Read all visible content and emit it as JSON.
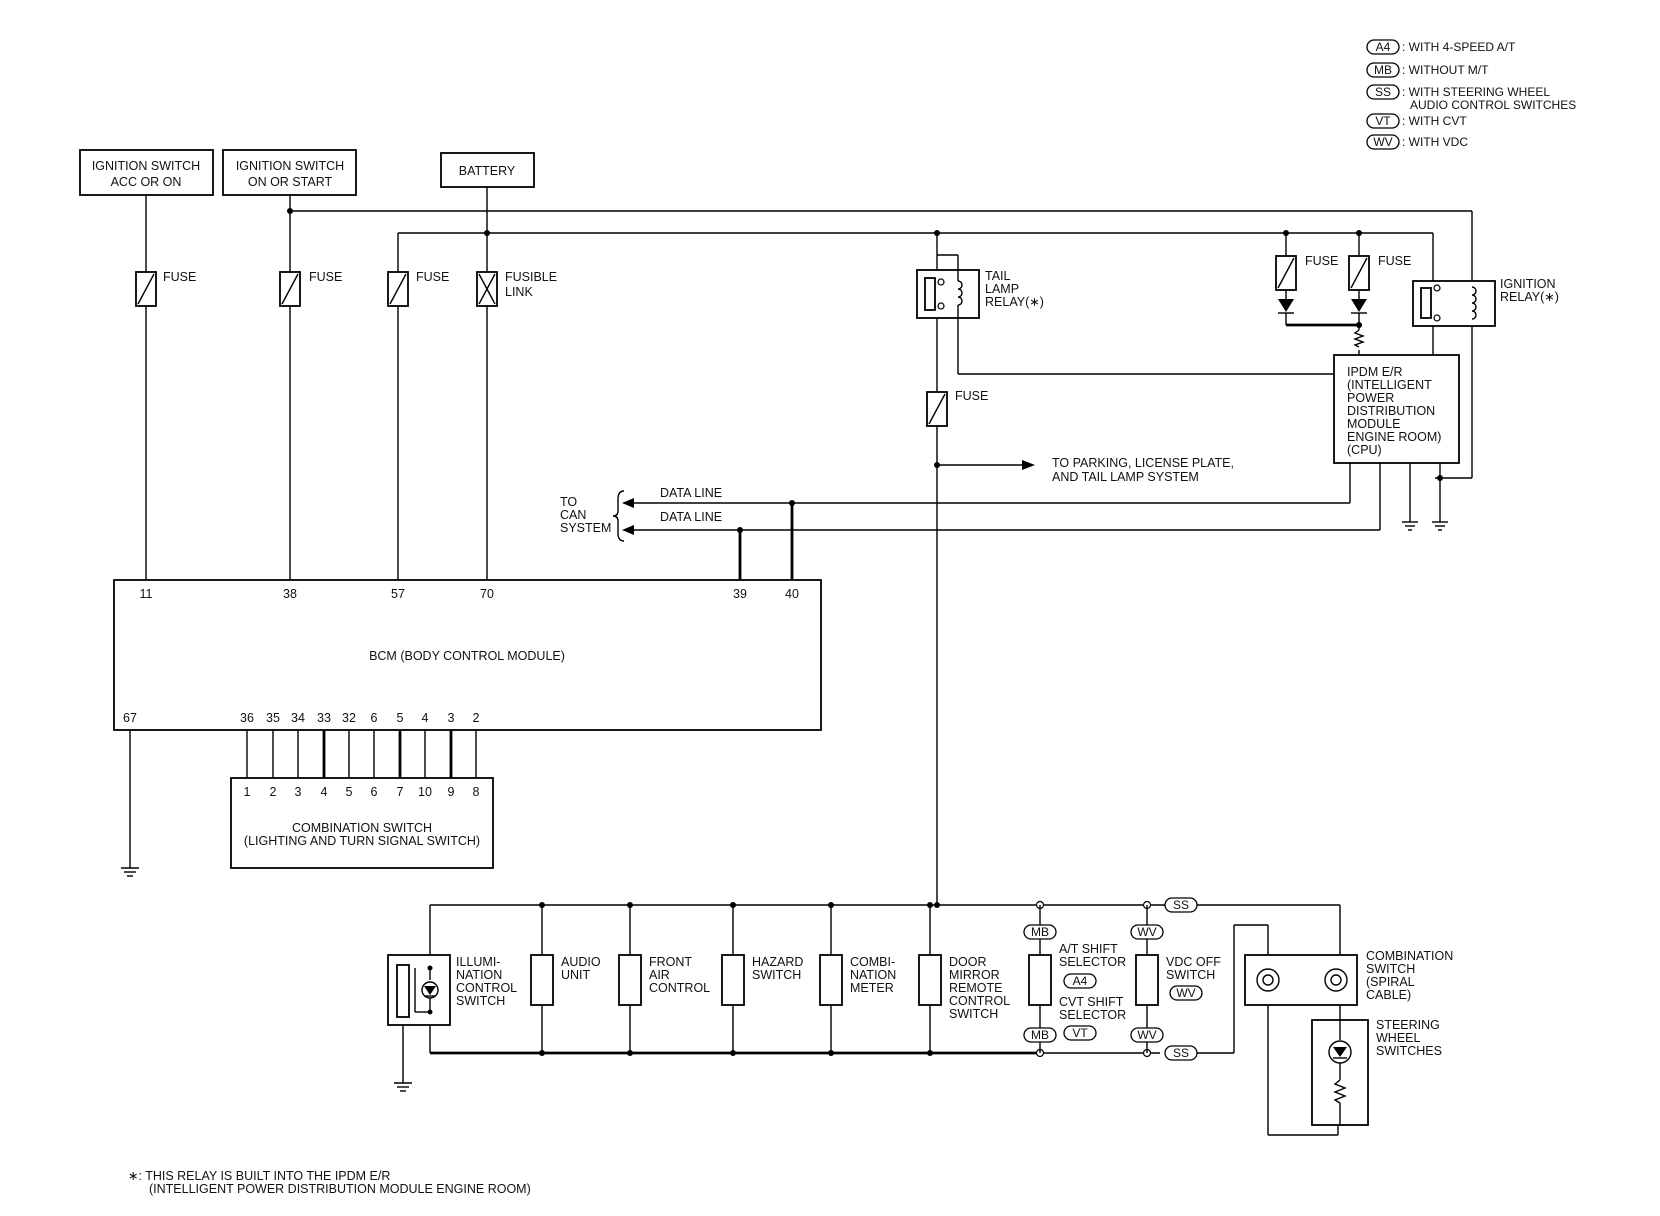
{
  "legend": {
    "items": [
      {
        "code": "A4",
        "text": ": WITH 4-SPEED A/T"
      },
      {
        "code": "MB",
        "text": ": WITHOUT M/T"
      },
      {
        "code": "SS",
        "text": ": WITH STEERING WHEEL"
      },
      {
        "code": "",
        "text": "AUDIO CONTROL SWITCHES"
      },
      {
        "code": "VT",
        "text": ": WITH CVT"
      },
      {
        "code": "WV",
        "text": ": WITH VDC"
      }
    ]
  },
  "sources": {
    "ign_acc": [
      "IGNITION SWITCH",
      "ACC OR ON"
    ],
    "ign_on": [
      "IGNITION SWITCH",
      "ON OR START"
    ],
    "battery": "BATTERY"
  },
  "fuses": {
    "fuse": "FUSE",
    "fusible_link": [
      "FUSIBLE",
      "LINK"
    ]
  },
  "relays": {
    "tail": [
      "TAIL",
      "LAMP",
      "RELAY(∗)"
    ],
    "ignition": [
      "IGNITION",
      "RELAY(∗)"
    ]
  },
  "ipdm": [
    "IPDM E/R",
    "(INTELLIGENT",
    "POWER",
    "DISTRIBUTION",
    "MODULE",
    "ENGINE ROOM)",
    "(CPU)"
  ],
  "to_parking": [
    "TO PARKING, LICENSE PLATE,",
    "AND TAIL LAMP SYSTEM"
  ],
  "can": {
    "label": [
      "TO",
      "CAN",
      "SYSTEM"
    ],
    "data_line_1": "DATA LINE",
    "data_line_2": "DATA LINE"
  },
  "bcm": {
    "title": "BCM (BODY CONTROL MODULE)",
    "top_pins": [
      "11",
      "38",
      "57",
      "70",
      "39",
      "40"
    ],
    "bottom_pins": [
      "67",
      "36",
      "35",
      "34",
      "33",
      "32",
      "6",
      "5",
      "4",
      "3",
      "2"
    ]
  },
  "combination_switch": {
    "pins": [
      "1",
      "2",
      "3",
      "4",
      "5",
      "6",
      "7",
      "10",
      "9",
      "8"
    ],
    "title": [
      "COMBINATION SWITCH",
      "(LIGHTING AND TURN SIGNAL SWITCH)"
    ]
  },
  "loads": {
    "illumination": [
      "ILLUMI-",
      "NATION",
      "CONTROL",
      "SWITCH"
    ],
    "audio": [
      "AUDIO",
      "UNIT"
    ],
    "front_air": [
      "FRONT",
      "AIR",
      "CONTROL"
    ],
    "hazard": [
      "HAZARD",
      "SWITCH"
    ],
    "combi_meter": [
      "COMBI-",
      "NATION",
      "METER"
    ],
    "door_mirror": [
      "DOOR",
      "MIRROR",
      "REMOTE",
      "CONTROL",
      "SWITCH"
    ],
    "at_shift": [
      "A/T SHIFT",
      "SELECTOR"
    ],
    "cvt_shift": [
      "CVT SHIFT",
      "SELECTOR"
    ],
    "vdc_off": [
      "VDC OFF",
      "SWITCH"
    ],
    "spiral": [
      "COMBINATION",
      "SWITCH",
      "(SPIRAL",
      "CABLE)"
    ],
    "steering": [
      "STEERING",
      "WHEEL",
      "SWITCHES"
    ]
  },
  "tags": {
    "mb": "MB",
    "a4": "A4",
    "vt": "VT",
    "wv": "WV",
    "ss": "SS"
  },
  "footnote": [
    "∗: THIS RELAY IS BUILT INTO THE IPDM E/R",
    "(INTELLIGENT POWER DISTRIBUTION MODULE ENGINE ROOM)"
  ]
}
